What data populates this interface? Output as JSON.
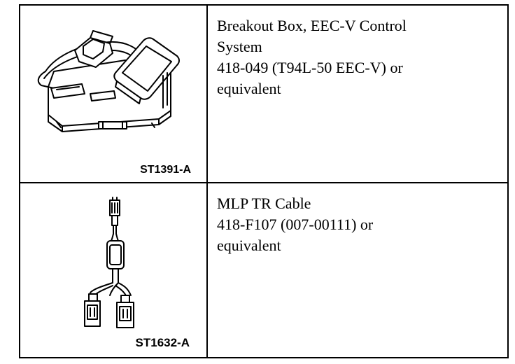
{
  "rows": [
    {
      "figure_code": "ST1391-A",
      "figure_icon": "breakout-box-illustration",
      "lines": [
        "Breakout Box, EEC-V Control",
        "System",
        "418-049 (T94L-50 EEC-V) or",
        "equivalent"
      ]
    },
    {
      "figure_code": "ST1632-A",
      "figure_icon": "mlp-tr-cable-illustration",
      "lines": [
        "MLP TR Cable",
        "418-F107 (007-00111) or",
        "equivalent"
      ]
    }
  ]
}
